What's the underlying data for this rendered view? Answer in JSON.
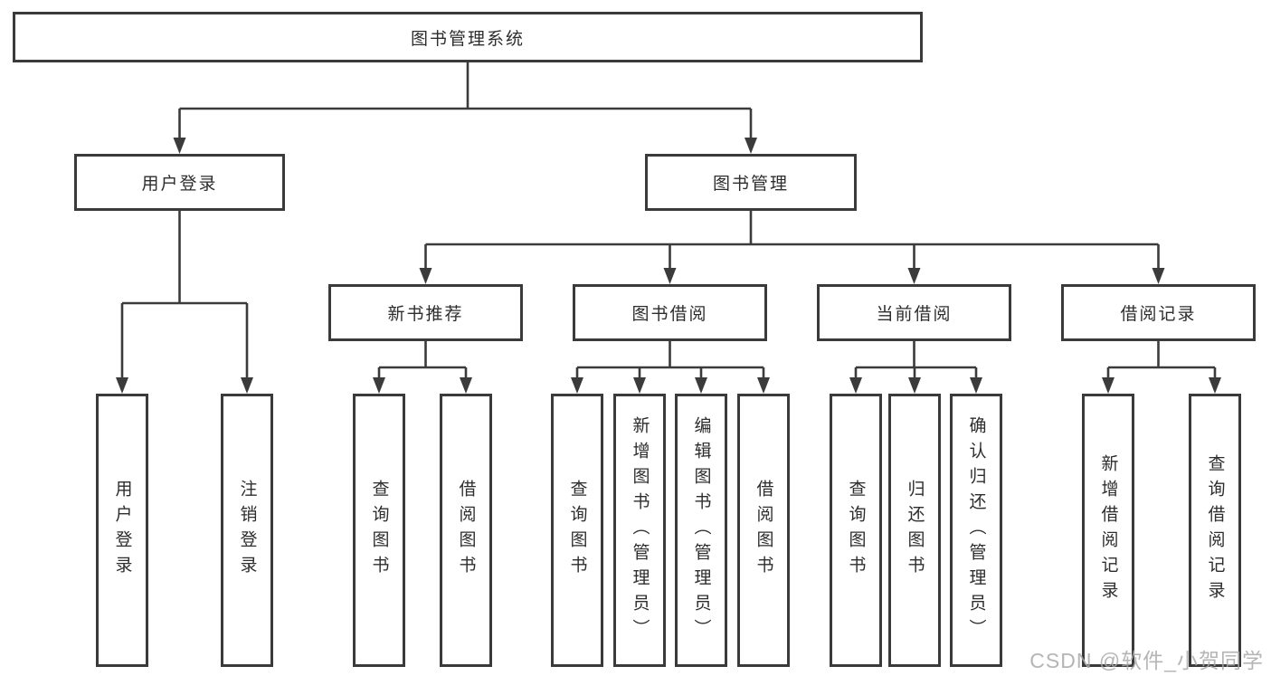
{
  "diagram": {
    "root": {
      "label": "图书管理系统"
    },
    "level2": [
      {
        "label": "用户登录"
      },
      {
        "label": "图书管理"
      }
    ],
    "level3": [
      {
        "label": "新书推荐"
      },
      {
        "label": "图书借阅"
      },
      {
        "label": "当前借阅"
      },
      {
        "label": "借阅记录"
      }
    ],
    "leaves": [
      {
        "label": "用户登录",
        "parent": "用户登录"
      },
      {
        "label": "注销登录",
        "parent": "用户登录"
      },
      {
        "label": "查询图书",
        "parent": "新书推荐"
      },
      {
        "label": "借阅图书",
        "parent": "新书推荐"
      },
      {
        "label": "查询图书",
        "parent": "图书借阅"
      },
      {
        "label": "新增图书（管理员）",
        "parent": "图书借阅"
      },
      {
        "label": "编辑图书（管理员）",
        "parent": "图书借阅"
      },
      {
        "label": "借阅图书",
        "parent": "图书借阅"
      },
      {
        "label": "查询图书",
        "parent": "当前借阅"
      },
      {
        "label": "归还图书",
        "parent": "当前借阅"
      },
      {
        "label": "确认归还（管理员）",
        "parent": "当前借阅"
      },
      {
        "label": "新增借阅记录",
        "parent": "借阅记录"
      },
      {
        "label": "查询借阅记录",
        "parent": "借阅记录"
      }
    ]
  },
  "watermark": {
    "text": "CSDN @软件_小贺同学"
  },
  "colors": {
    "line": "#3b3b3b",
    "box_border": "#3a3a3a",
    "box_fill": "#ffffff",
    "text": "#2d2d2d",
    "watermark": "#a8a8a8"
  }
}
